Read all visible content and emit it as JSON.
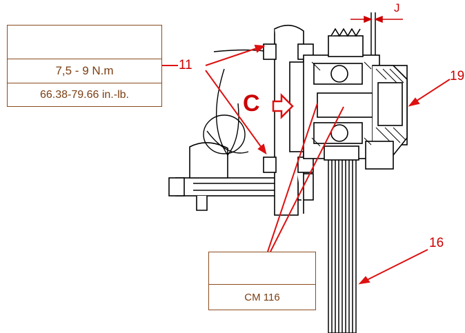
{
  "torque_box": {
    "icons": [
      "no-lubricant-icon",
      "threadlock-icon"
    ],
    "value_metric": "7,5 - 9 N.m",
    "value_imperial": "66.38-79.66 in.-lb."
  },
  "grease_box": {
    "icon": "grease-tube-icon",
    "code": "CM 116"
  },
  "callouts": {
    "c11": "11",
    "c19": "19",
    "c16": "16",
    "view_letter": "C",
    "dimension": "J"
  },
  "colors": {
    "callout_red": "#cc0000",
    "box_brown": "#8a4a1c",
    "drawing_black": "#000000"
  }
}
